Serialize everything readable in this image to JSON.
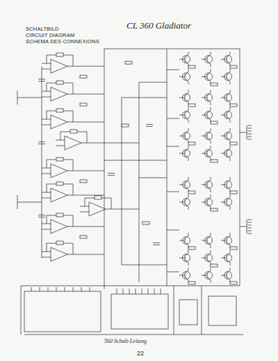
{
  "diagram": {
    "title": "SCHALTBILD",
    "labels": [
      "CIRCUIT DIAGRAM",
      "SCHEMA DES CONNEXIONS",
      "CL 360 Gladiator",
      "560 Schalt-Leitung",
      "22"
    ]
  }
}
